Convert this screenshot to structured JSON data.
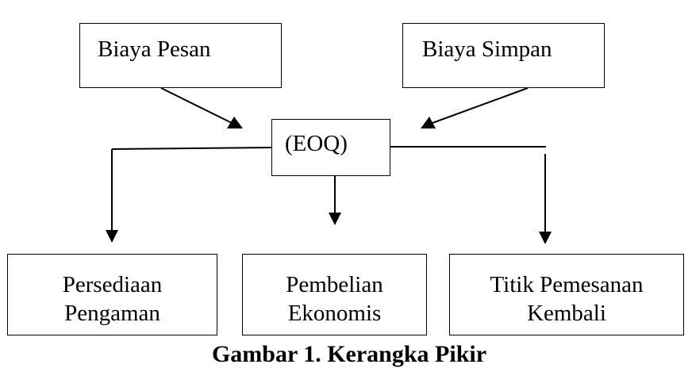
{
  "nodes": {
    "biaya_pesan": "Biaya Pesan",
    "biaya_simpan": "Biaya Simpan",
    "eoq": "(EOQ)",
    "persediaan": [
      "Persediaan",
      "Pengaman"
    ],
    "pembelian": [
      "Pembelian",
      "Ekonomis"
    ],
    "titik": [
      "Titik Pemesanan",
      "Kembali"
    ]
  },
  "caption": "Gambar 1. Kerangka Pikir"
}
